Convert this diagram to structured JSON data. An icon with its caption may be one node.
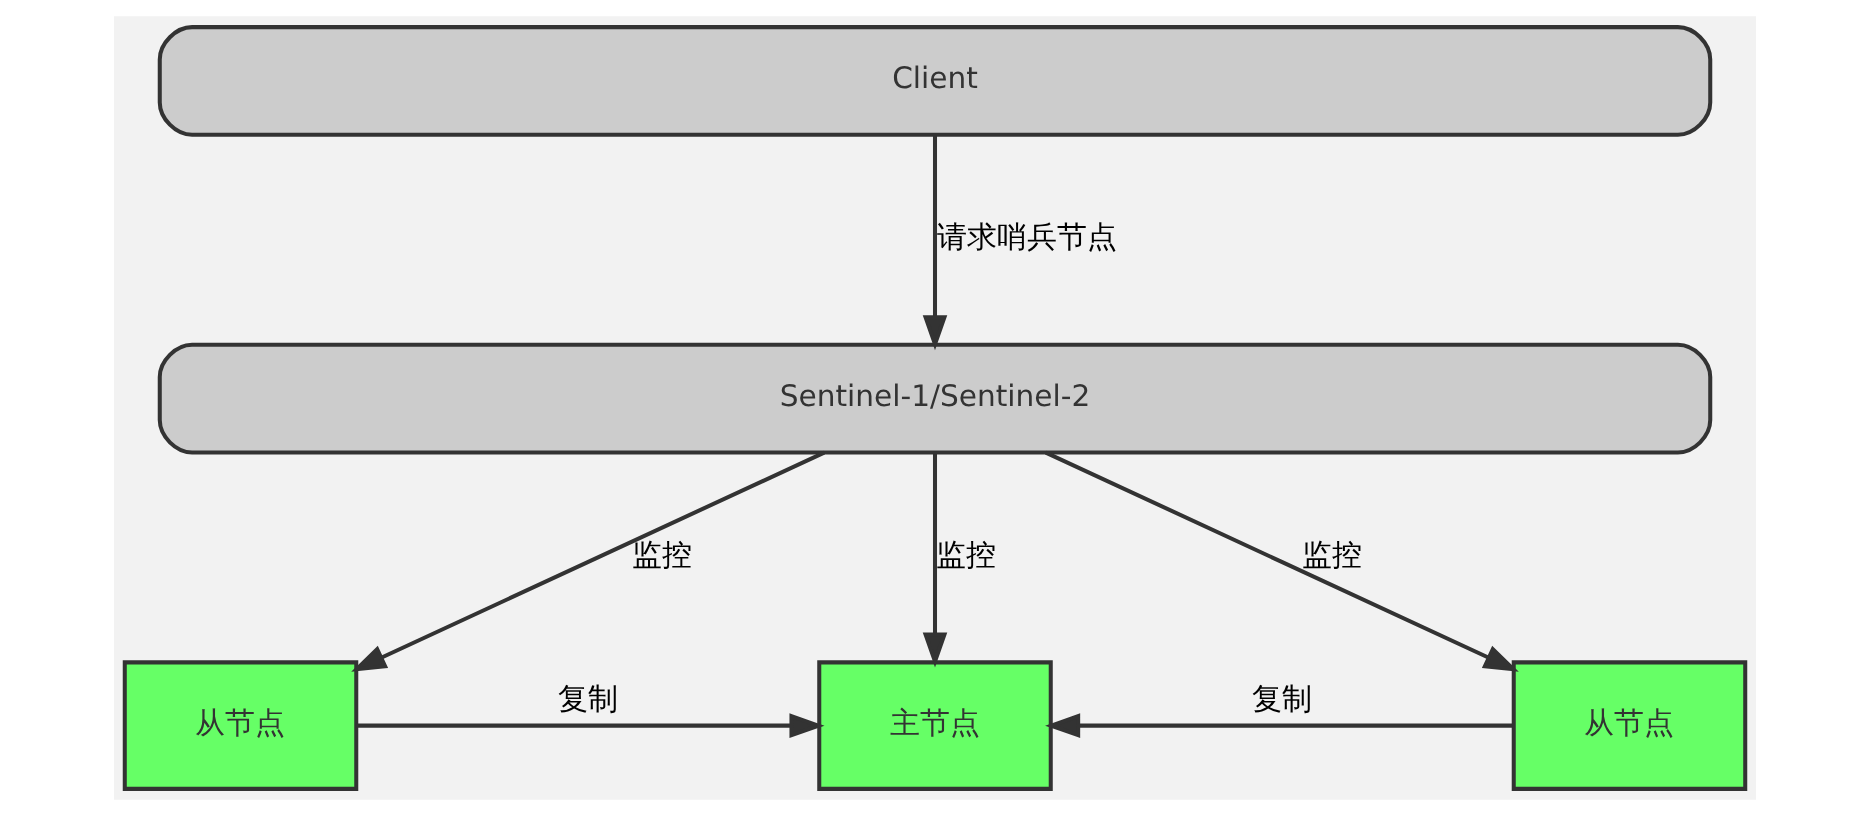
{
  "diagram": {
    "nodes": [
      {
        "text": [
          "Client"
        ]
      },
      {
        "text": [
          "Sentinel-1/Sentinel-2"
        ]
      },
      {
        "text": [
          "从节点"
        ]
      },
      {
        "text": [
          "主节点"
        ]
      },
      {
        "text": [
          "从节点"
        ]
      }
    ],
    "edges": [
      {
        "from": 0,
        "to": 1,
        "arrow": "to",
        "label": "请求哨兵节点"
      },
      {
        "from": 1,
        "to": 2,
        "arrow": "to",
        "label": "监控"
      },
      {
        "from": 1,
        "to": 3,
        "arrow": "to",
        "label": "监控"
      },
      {
        "from": 1,
        "to": 4,
        "arrow": "to",
        "label": "监控"
      },
      {
        "from": 2,
        "to": 3,
        "arrow": "to",
        "label": "复制"
      },
      {
        "from": 4,
        "to": 3,
        "arrow": "to",
        "label": "复制"
      }
    ]
  }
}
